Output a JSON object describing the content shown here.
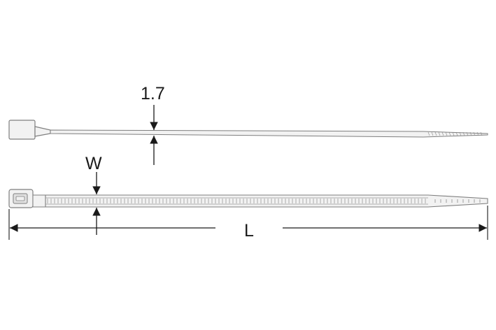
{
  "dimensions": {
    "thickness_label": "1.7",
    "width_label": "W",
    "length_label": "L"
  },
  "colors": {
    "line": "#1a1a1a",
    "tie_fill": "#f2f2f2",
    "tie_stroke": "#7f7f7f"
  }
}
